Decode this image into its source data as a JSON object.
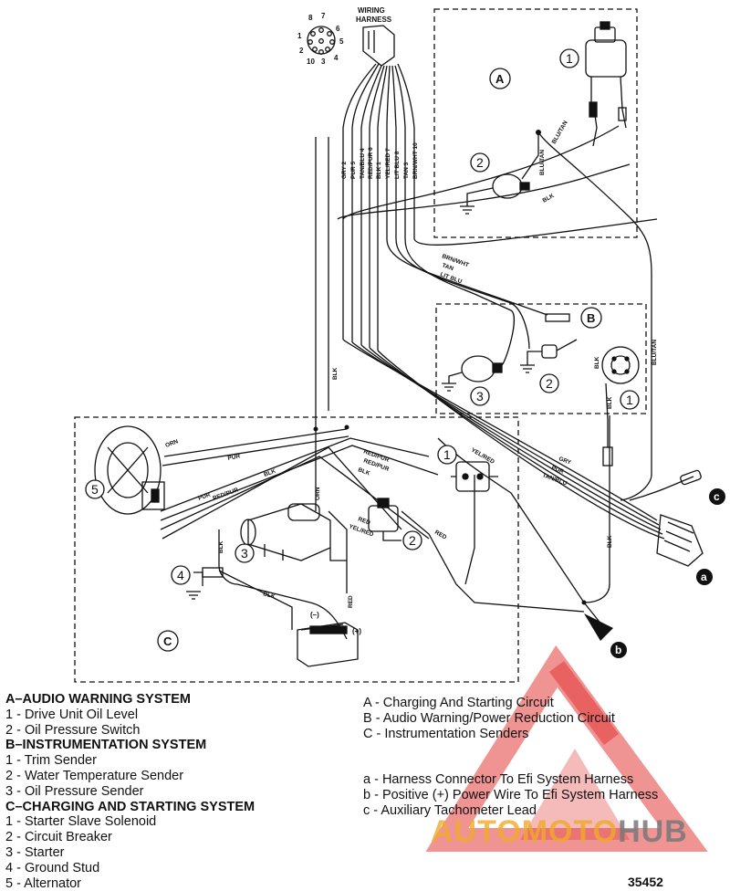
{
  "harness": {
    "title_line1": "WIRING",
    "title_line2": "HARNESS",
    "pin_numbers": [
      "8",
      "7",
      "6",
      "5",
      "4",
      "3",
      "10",
      "2",
      "1"
    ]
  },
  "wire_labels": {
    "harness_stack": [
      "GRY 2",
      "PUR 5",
      "TAN/BLU 4",
      "RED/PUR 6",
      "BLK 1",
      "YEL/RED 7",
      "LIT BLU 8",
      "TAN 3",
      "BRN/WHT 10"
    ],
    "blu_tan_top": "BLU/TAN",
    "blu_tan_right": "BLU/TAN",
    "blk_top": "BLK",
    "brn_wht": "BRN/WHT",
    "tan": "TAN",
    "lit_blu": "LIT BLU",
    "blk_b_left": "BLK",
    "blk_b_right": "BLK",
    "blk_left_vertical": "BLK",
    "orn_alt": "ORN",
    "pur_alt": "PUR",
    "pur_low": "PUR",
    "red_pur_low": "RED/PUR",
    "blk_low": "BLK",
    "red_pur_1": "RED/PUR",
    "red_pur_2": "RED/PUR",
    "blk_mid": "BLK",
    "yel_red": "YEL/RED",
    "orn_mid": "ORN",
    "red_starter": "RED",
    "yel_red_starter": "YEL/RED",
    "red_breaker": "RED",
    "blk_starter": "BLK",
    "blk_ground": "BLK",
    "red_battery": "RED",
    "gry": "GRY",
    "pur_right": "PUR",
    "tan_blu_right": "TAN/BLU",
    "blk_right_vertical": "BLK"
  },
  "section_letters": {
    "a": "A",
    "b": "B",
    "c": "C"
  },
  "component_numbers": {
    "a1": "1",
    "a2": "2",
    "b1": "1",
    "b2": "2",
    "b3": "3",
    "c1": "1",
    "c2": "2",
    "c3": "3",
    "c4": "4",
    "c5": "5"
  },
  "battery": {
    "neg": "(–)",
    "pos": "(+)"
  },
  "connector_callouts": {
    "a": "a",
    "b": "b",
    "c": "c"
  },
  "legend_left": [
    {
      "text": "A–AUDIO WARNING SYSTEM",
      "bold": true
    },
    {
      "text": "1 - Drive Unit Oil Level",
      "bold": false
    },
    {
      "text": "2 - Oil Pressure Switch",
      "bold": false
    },
    {
      "text": "B–INSTRUMENTATION SYSTEM",
      "bold": true
    },
    {
      "text": "1 - Trim Sender",
      "bold": false
    },
    {
      "text": "2 - Water Temperature Sender",
      "bold": false
    },
    {
      "text": "3 - Oil Pressure Sender",
      "bold": false
    },
    {
      "text": "C–CHARGING AND STARTING SYSTEM",
      "bold": true
    },
    {
      "text": "1 - Starter Slave Solenoid",
      "bold": false
    },
    {
      "text": "2 - Circuit Breaker",
      "bold": false
    },
    {
      "text": "3 - Starter",
      "bold": false
    },
    {
      "text": "4 - Ground Stud",
      "bold": false
    },
    {
      "text": "5 - Alternator",
      "bold": false
    }
  ],
  "legend_right_top": [
    "A - Charging And Starting Circuit",
    "B - Audio Warning/Power Reduction Circuit",
    "C - Instrumentation Senders"
  ],
  "legend_right_bottom": [
    "a - Harness Connector To Efi System Harness",
    "b - Positive (+) Power Wire To Efi System Harness",
    "c - Auxiliary Tachometer Lead"
  ],
  "figure_number": "35452",
  "watermark": {
    "part1": "AUTOMOTO",
    "part2": "HUB",
    "color_orange": "#f0aa28",
    "color_red": "#e23a3a",
    "color_gray": "#787878"
  }
}
